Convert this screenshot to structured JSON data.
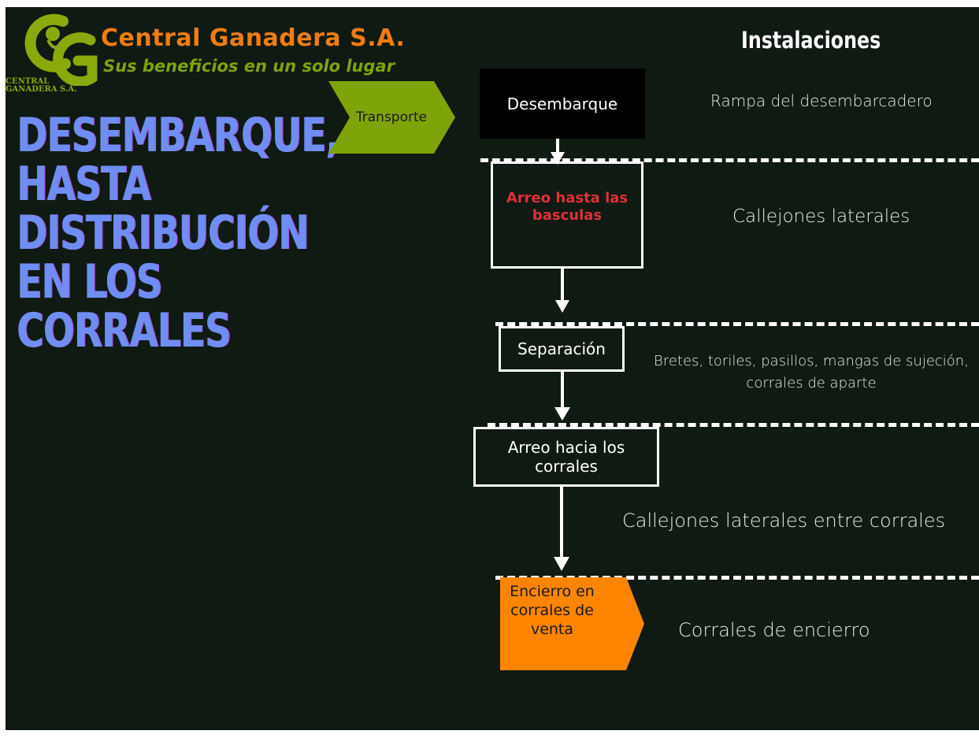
{
  "brand": {
    "name": "Central Ganadera S.A.",
    "tagline": "Sus beneficios en un solo lugar",
    "logo_caption": "CENTRAL\nGANADERA S.A."
  },
  "title": "DESEMBARQUE, HASTA DISTRIBUCIÓN EN LOS CORRALES",
  "installations_title": "Instalaciones",
  "transport_label": "Transporte",
  "steps": [
    {
      "label": "Desembarque",
      "installation": "Rampa  del desembarcadero"
    },
    {
      "label": "Arreo hasta las basculas",
      "installation": "Callejones laterales"
    },
    {
      "label": "Separación",
      "installation": "Bretes, toriles, pasillos, mangas de sujeción, corrales de aparte"
    },
    {
      "label": "Arreo hacia los corrales",
      "installation": "Callejones laterales entre corrales"
    },
    {
      "label": "Encierro en corrales de venta",
      "installation": "Corrales de encierro"
    }
  ],
  "colors": {
    "background": "#0f1a12",
    "brand_orange": "#f07d12",
    "brand_green": "#7ea40a",
    "title_blue": "#6f8ef2",
    "step2_text": "#e0303a",
    "final_step": "#ff8500"
  }
}
